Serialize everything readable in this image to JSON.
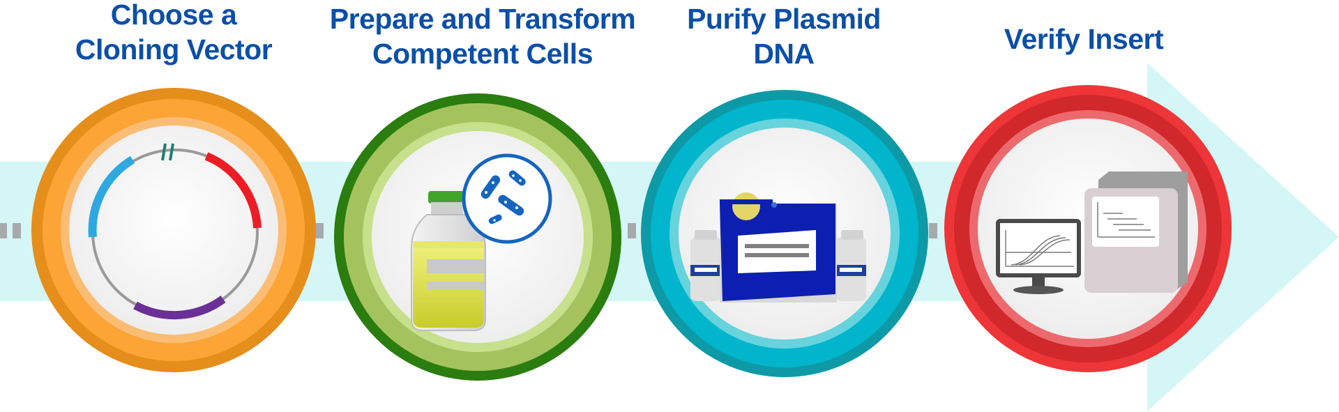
{
  "steps": [
    {
      "title_line1": "Choose a",
      "title_line2": "Cloning Vector",
      "ring_color": "#e58e1b",
      "icon": "plasmid-icon"
    },
    {
      "title_line1": "Prepare and Transform",
      "title_line2": "Competent Cells",
      "ring_color": "#2a7d0e",
      "icon": "vial-with-bacteria-icon"
    },
    {
      "title_line1": "Purify Plasmid",
      "title_line2": "DNA",
      "ring_color": "#0d9aa6",
      "icon": "purification-kit-icon"
    },
    {
      "title_line1": "Verify Insert",
      "title_line2": "",
      "ring_color": "#d9282e",
      "icon": "sequencer-and-monitor-icon"
    }
  ],
  "colors": {
    "title": "#0b4fa8",
    "arrow_band": "#d4f6f6",
    "connector": "#a7a9ac"
  }
}
